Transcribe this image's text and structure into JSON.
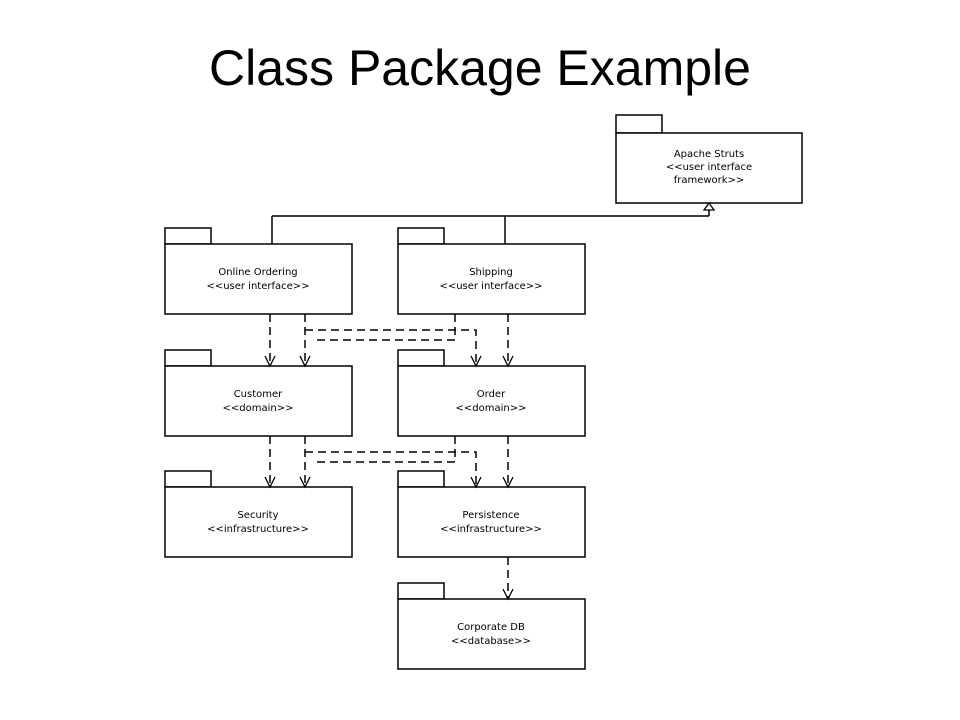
{
  "title": "Class Package Example",
  "packages": {
    "apache": {
      "name": "Apache Struts",
      "stereo1": "<<user interface",
      "stereo2": "framework>>"
    },
    "online": {
      "name": "Online Ordering",
      "stereo1": "<<user interface>>"
    },
    "shipping": {
      "name": "Shipping",
      "stereo1": "<<user interface>>"
    },
    "customer": {
      "name": "Customer",
      "stereo1": "<<domain>>"
    },
    "order": {
      "name": "Order",
      "stereo1": "<<domain>>"
    },
    "security": {
      "name": "Security",
      "stereo1": "<<infrastructure>>"
    },
    "persistence": {
      "name": "Persistence",
      "stereo1": "<<infrastructure>>"
    },
    "corpdb": {
      "name": "Corporate DB",
      "stereo1": "<<database>>"
    }
  }
}
